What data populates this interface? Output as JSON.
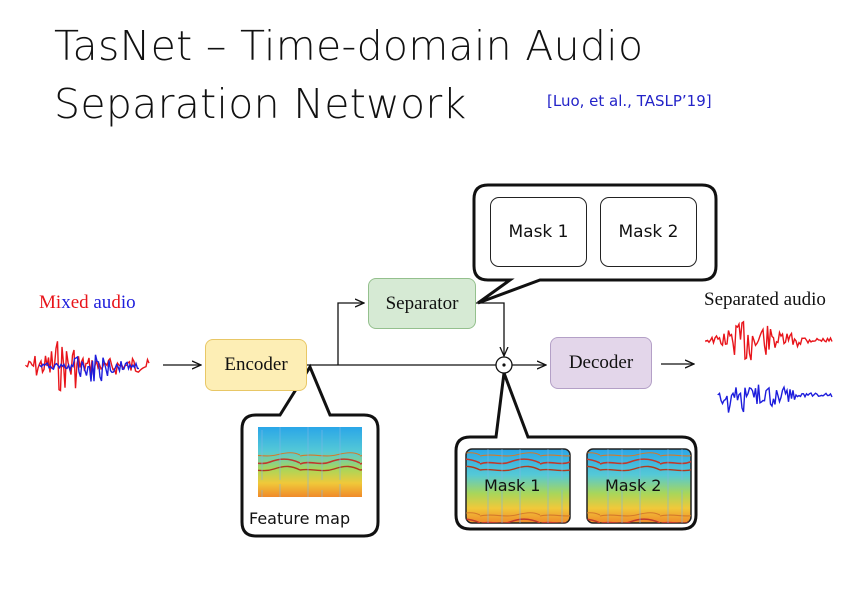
{
  "title": {
    "line1": "TasNet – Time-domain Audio",
    "line2": "Separation Network",
    "citation": "[Luo, et al., TASLP’19]"
  },
  "input": {
    "label_parts": [
      {
        "text": "Mi",
        "color": "#e8141a"
      },
      {
        "text": "x",
        "color": "#1d1ddc"
      },
      {
        "text": "ed ",
        "color": "#e8141a"
      },
      {
        "text": "au",
        "color": "#1d1ddc"
      },
      {
        "text": "d",
        "color": "#e8141a"
      },
      {
        "text": "io",
        "color": "#1d1ddc"
      }
    ]
  },
  "blocks": {
    "encoder": "Encoder",
    "separator": "Separator",
    "decoder": "Decoder"
  },
  "masks_callout": {
    "mask1": "Mask 1",
    "mask2": "Mask 2"
  },
  "feature_map_callout": {
    "label": "Feature map"
  },
  "masked_callout": {
    "mask1": "Mask 1",
    "mask2": "Mask 2"
  },
  "output": {
    "label": "Separated audio"
  },
  "colors": {
    "red_wave": "#e8141a",
    "blue_wave": "#1d1ddc",
    "encoder_fill": "#fdeeb5",
    "separator_fill": "#d6ead4",
    "decoder_fill": "#e3d6ea"
  },
  "operator_symbol": "·"
}
